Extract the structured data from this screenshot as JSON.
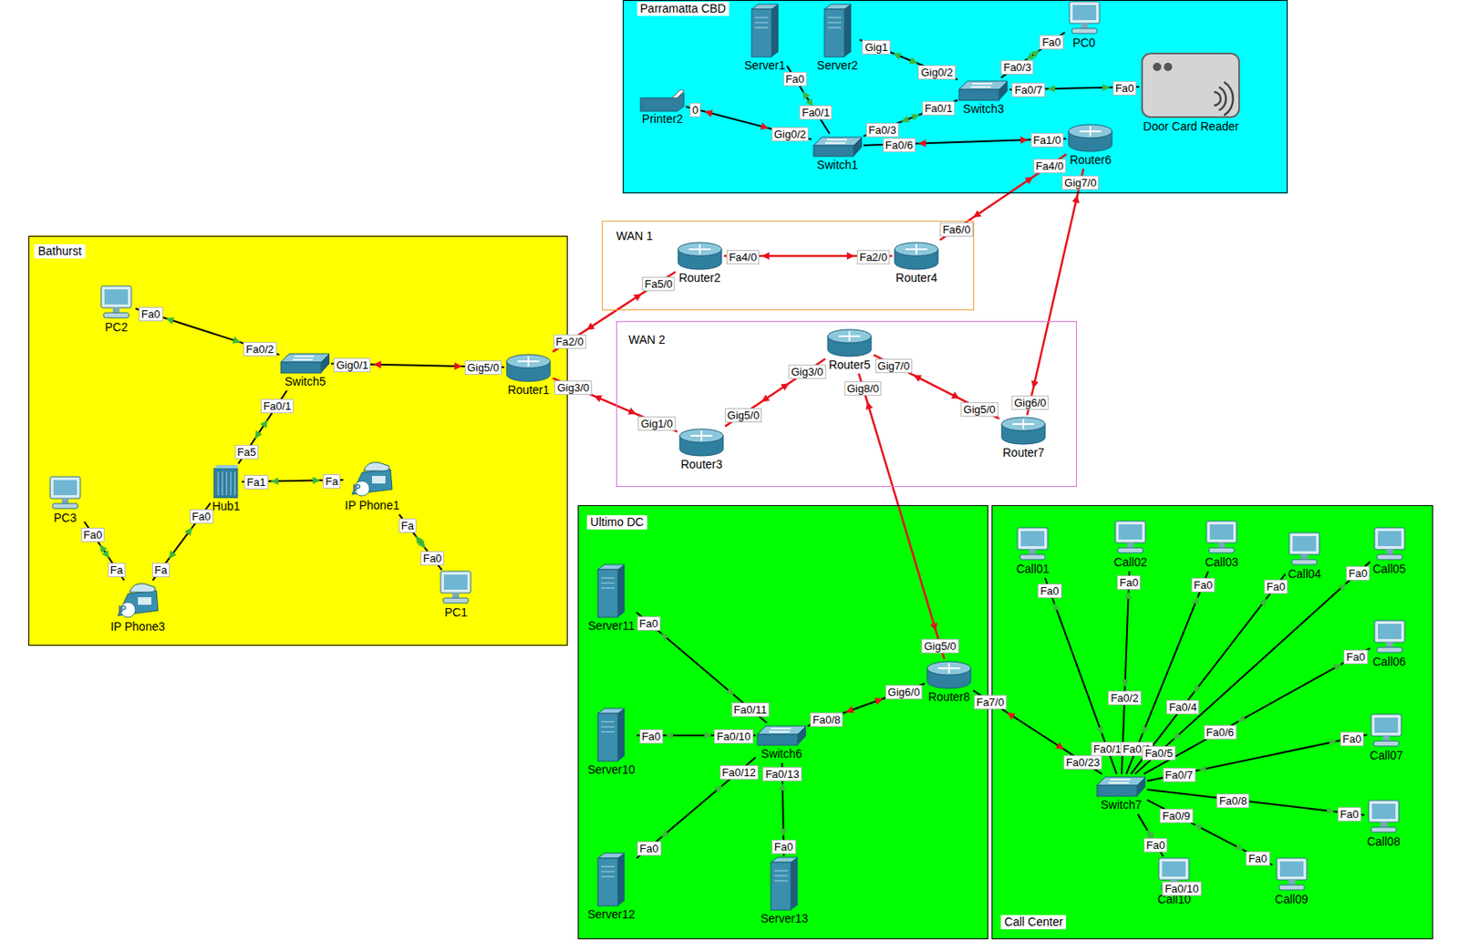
{
  "diagram": {
    "nodes": [
      {
        "text": [
          "Parramatta CBD"
        ]
      },
      {
        "text": [
          "Server1"
        ],
        "in": 0
      },
      {
        "text": [
          "Server2"
        ],
        "in": 0
      },
      {
        "text": [
          "PC0"
        ],
        "in": 0
      },
      {
        "text": [
          "Printer2"
        ],
        "in": 0
      },
      {
        "text": [
          "Switch1"
        ],
        "in": 0
      },
      {
        "text": [
          "Switch3"
        ],
        "in": 0
      },
      {
        "text": [
          "Door Card Reader"
        ],
        "in": 0
      },
      {
        "text": [
          "Router6"
        ],
        "in": 0
      },
      {
        "text": [
          "WAN 1"
        ]
      },
      {
        "text": [
          "Router2"
        ],
        "in": 9
      },
      {
        "text": [
          "Router4"
        ],
        "in": 9
      },
      {
        "text": [
          "WAN 2"
        ]
      },
      {
        "text": [
          "Router3"
        ],
        "in": 12
      },
      {
        "text": [
          "Router5"
        ],
        "in": 12
      },
      {
        "text": [
          "Router7"
        ],
        "in": 12
      },
      {
        "text": [
          "Bathurst"
        ]
      },
      {
        "text": [
          "PC2"
        ],
        "in": 16
      },
      {
        "text": [
          "Switch5"
        ],
        "in": 16
      },
      {
        "text": [
          "Router1"
        ],
        "in": 16
      },
      {
        "text": [
          "Hub1"
        ],
        "in": 16
      },
      {
        "text": [
          "IP",
          "IP Phone1"
        ],
        "in": 16
      },
      {
        "text": [
          "PC3"
        ],
        "in": 16
      },
      {
        "text": [
          "IP",
          "IP Phone3"
        ],
        "in": 16
      },
      {
        "text": [
          "PC1"
        ],
        "in": 16
      },
      {
        "text": [
          "Ultimo DC"
        ]
      },
      {
        "text": [
          "Server11"
        ],
        "in": 25
      },
      {
        "text": [
          "Server10"
        ],
        "in": 25
      },
      {
        "text": [
          "Server12"
        ],
        "in": 25
      },
      {
        "text": [
          "Server13"
        ],
        "in": 25
      },
      {
        "text": [
          "Switch6"
        ],
        "in": 25
      },
      {
        "text": [
          "Router8"
        ],
        "in": 25
      },
      {
        "text": [
          "Call Center"
        ]
      },
      {
        "text": [
          "Switch7"
        ],
        "in": 32
      },
      {
        "text": [
          "Call01"
        ],
        "in": 32
      },
      {
        "text": [
          "Call02"
        ],
        "in": 32
      },
      {
        "text": [
          "Call03"
        ],
        "in": 32
      },
      {
        "text": [
          "Call04"
        ],
        "in": 32
      },
      {
        "text": [
          "Call05"
        ],
        "in": 32
      },
      {
        "text": [
          "Call06"
        ],
        "in": 32
      },
      {
        "text": [
          "Call07"
        ],
        "in": 32
      },
      {
        "text": [
          "Call08"
        ],
        "in": 32
      },
      {
        "text": [
          "Call09"
        ],
        "in": 32
      },
      {
        "text": [
          "Call10"
        ],
        "in": 32
      }
    ],
    "edges": [
      {
        "from": 1,
        "to": 5,
        "arrow": "none"
      },
      {
        "from": 2,
        "to": 6,
        "arrow": "none"
      },
      {
        "from": 3,
        "to": 6,
        "arrow": "none"
      },
      {
        "from": 4,
        "to": 5,
        "arrow": "none"
      },
      {
        "from": 5,
        "to": 6,
        "arrow": "none"
      },
      {
        "from": 6,
        "to": 7,
        "arrow": "none"
      },
      {
        "from": 5,
        "to": 8,
        "arrow": "none"
      },
      {
        "from": 8,
        "to": 11,
        "arrow": "none"
      },
      {
        "from": 8,
        "to": 15,
        "arrow": "none"
      },
      {
        "from": 10,
        "to": 11,
        "arrow": "none"
      },
      {
        "from": 19,
        "to": 10,
        "arrow": "none"
      },
      {
        "from": 19,
        "to": 13,
        "arrow": "none"
      },
      {
        "from": 13,
        "to": 14,
        "arrow": "none"
      },
      {
        "from": 14,
        "to": 15,
        "arrow": "none"
      },
      {
        "from": 14,
        "to": 31,
        "arrow": "none"
      },
      {
        "from": 18,
        "to": 19,
        "arrow": "none"
      },
      {
        "from": 17,
        "to": 18,
        "arrow": "none"
      },
      {
        "from": 18,
        "to": 20,
        "arrow": "none"
      },
      {
        "from": 20,
        "to": 21,
        "arrow": "none"
      },
      {
        "from": 21,
        "to": 24,
        "arrow": "none"
      },
      {
        "from": 20,
        "to": 23,
        "arrow": "none"
      },
      {
        "from": 22,
        "to": 23,
        "arrow": "none"
      },
      {
        "from": 26,
        "to": 30,
        "arrow": "none"
      },
      {
        "from": 27,
        "to": 30,
        "arrow": "none"
      },
      {
        "from": 28,
        "to": 30,
        "arrow": "none"
      },
      {
        "from": 29,
        "to": 30,
        "arrow": "none"
      },
      {
        "from": 30,
        "to": 31,
        "arrow": "none"
      },
      {
        "from": 31,
        "to": 33,
        "arrow": "none"
      },
      {
        "from": 34,
        "to": 33,
        "arrow": "none"
      },
      {
        "from": 35,
        "to": 33,
        "arrow": "none"
      },
      {
        "from": 36,
        "to": 33,
        "arrow": "none"
      },
      {
        "from": 37,
        "to": 33,
        "arrow": "none"
      },
      {
        "from": 38,
        "to": 33,
        "arrow": "none"
      },
      {
        "from": 39,
        "to": 33,
        "arrow": "none"
      },
      {
        "from": 40,
        "to": 33,
        "arrow": "none"
      },
      {
        "from": 41,
        "to": 33,
        "arrow": "none"
      },
      {
        "from": 42,
        "to": 33,
        "arrow": "none"
      },
      {
        "from": 43,
        "to": 33,
        "arrow": "none"
      }
    ],
    "labels": [
      "Fa0",
      "Fa0/1",
      "Gig1",
      "Gig0/2",
      "Fa0",
      "Fa0/3",
      "0",
      "Gig0/2",
      "Fa0/3",
      "Fa0/1",
      "Fa0/7",
      "Fa0",
      "Fa0/6",
      "Fa1/0",
      "Fa4/0",
      "Fa6/0",
      "Gig7/0",
      "Gig6/0",
      "Fa4/0",
      "Fa2/0",
      "Fa2/0",
      "Fa5/0",
      "Gig3/0",
      "Gig1/0",
      "Gig5/0",
      "Gig3/0",
      "Gig7/0",
      "Gig5/0",
      "Gig8/0",
      "Gig5/0",
      "Gig0/1",
      "Gig5/0",
      "Fa0",
      "Fa0/2",
      "Fa0/1",
      "Fa5",
      "Fa1",
      "Fa",
      "Fa",
      "Fa0",
      "Fa0",
      "Fa",
      "Fa0",
      "Fa",
      "Fa0",
      "Fa0/11",
      "Fa0",
      "Fa0/10",
      "Fa0",
      "Fa0/12",
      "Fa0",
      "Fa0/13",
      "Fa0/8",
      "Gig6/0",
      "Fa7/0",
      "Fa0/23",
      "Fa0",
      "Fa0/1",
      "Fa0",
      "Fa0/2",
      "Fa0",
      "Fa0/3",
      "Fa0",
      "Fa0/4",
      "Fa0",
      "Fa0/5",
      "Fa0",
      "Fa0/6",
      "Fa0",
      "Fa0/7",
      "Fa0",
      "Fa0/8",
      "Fa0",
      "Fa0/9",
      "Fa0",
      "Fa0/10"
    ]
  }
}
